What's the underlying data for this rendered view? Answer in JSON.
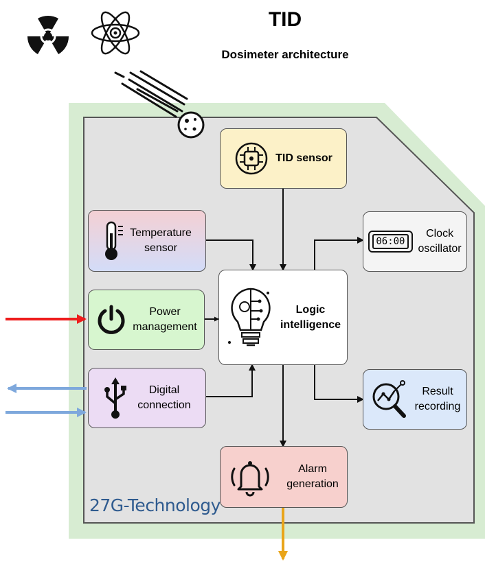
{
  "header": {
    "title": "TID",
    "subtitle": "Dosimeter architecture"
  },
  "blocks": {
    "tid_sensor": "TID sensor",
    "temperature_sensor": "Temperature\nsensor",
    "clock_oscillator": "Clock\noscillator",
    "logic_intelligence": "Logic\nintelligence",
    "power_management": "Power\nmanagement",
    "digital_connection": "Digital\nconnection",
    "result_recording": "Result\nrecording",
    "alarm_generation": "Alarm\ngeneration"
  },
  "clock_display": "06:00",
  "brand": "27G-Technology",
  "colors": {
    "outer_frame": "#d7ecd2",
    "inner_panel": "#e2e2e2",
    "tid_sensor": "#fcf1c8",
    "clock": "#f4f4f4",
    "logic": "#ffffff",
    "power": "#d7f6cf",
    "digital": "#ecdcf4",
    "result": "#dbe8fa",
    "alarm": "#f7d0cd",
    "input_arrow": "#ee1c1c",
    "usb_arrows": "#7ea8dc",
    "output_arrow": "#e9a51a",
    "brand": "#2f5b8f"
  },
  "icons": {
    "radiation": "radiation-icon",
    "atom": "atom-icon",
    "meteor": "meteor-icon",
    "chip": "chip-icon",
    "thermometer": "thermometer-icon",
    "clock": "digital-clock-icon",
    "bulb": "lightbulb-brain-icon",
    "power": "power-icon",
    "usb": "usb-icon",
    "magnifier": "magnifier-chart-icon",
    "bell": "bell-icon"
  }
}
